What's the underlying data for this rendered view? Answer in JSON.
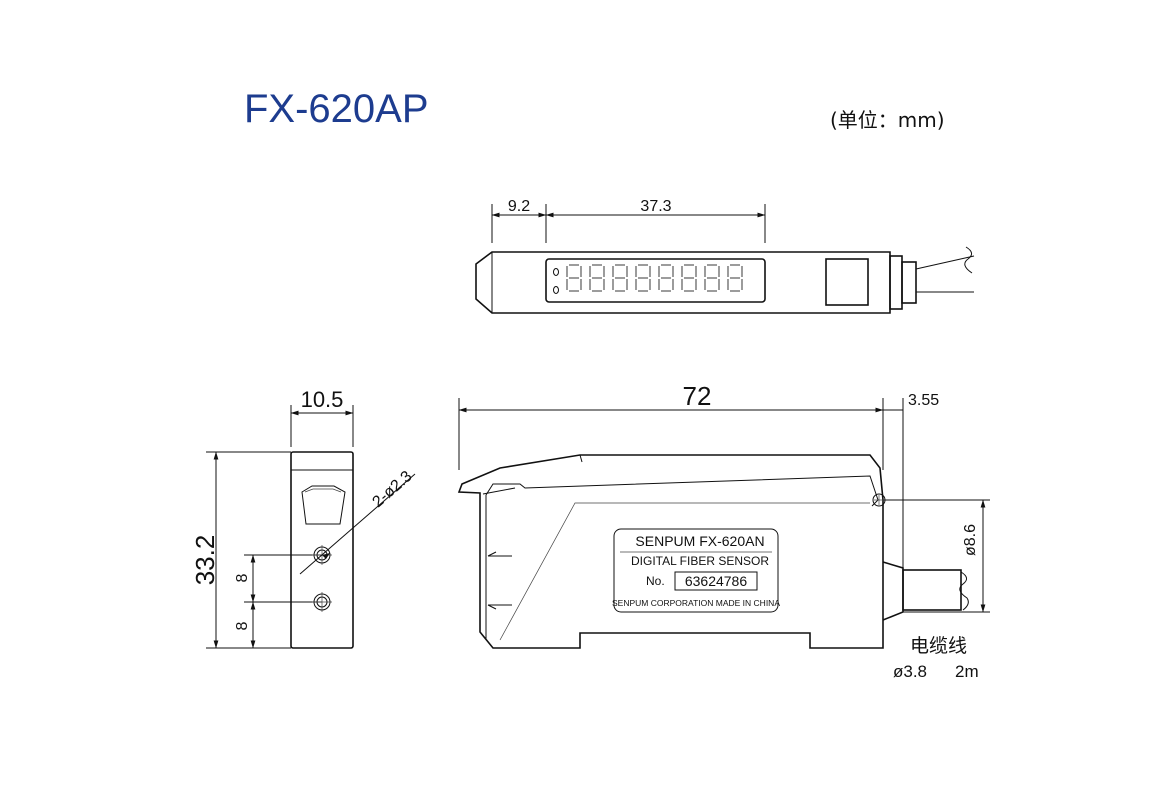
{
  "title": "FX-620AP",
  "unit_note": "(单位：mm)",
  "dimensions": {
    "top_front": "9.2",
    "top_display": "37.3",
    "width": "10.5",
    "height": "33.2",
    "hole_spacing_1": "8",
    "hole_spacing_2": "8",
    "holes": "2-ø2.3",
    "length": "72",
    "cable_offset": "3.55",
    "cable_diameter_outer": "ø8.6"
  },
  "label": {
    "model": "SENPUM FX-620AN",
    "type": "DIGITAL FIBER SENSOR",
    "serial_prefix": "No.",
    "serial_number": "63624786",
    "maker": "SENPUM CORPORATION  MADE IN CHINA"
  },
  "cable": {
    "title": "电缆线",
    "diameter": "ø3.8",
    "length": "2m"
  }
}
